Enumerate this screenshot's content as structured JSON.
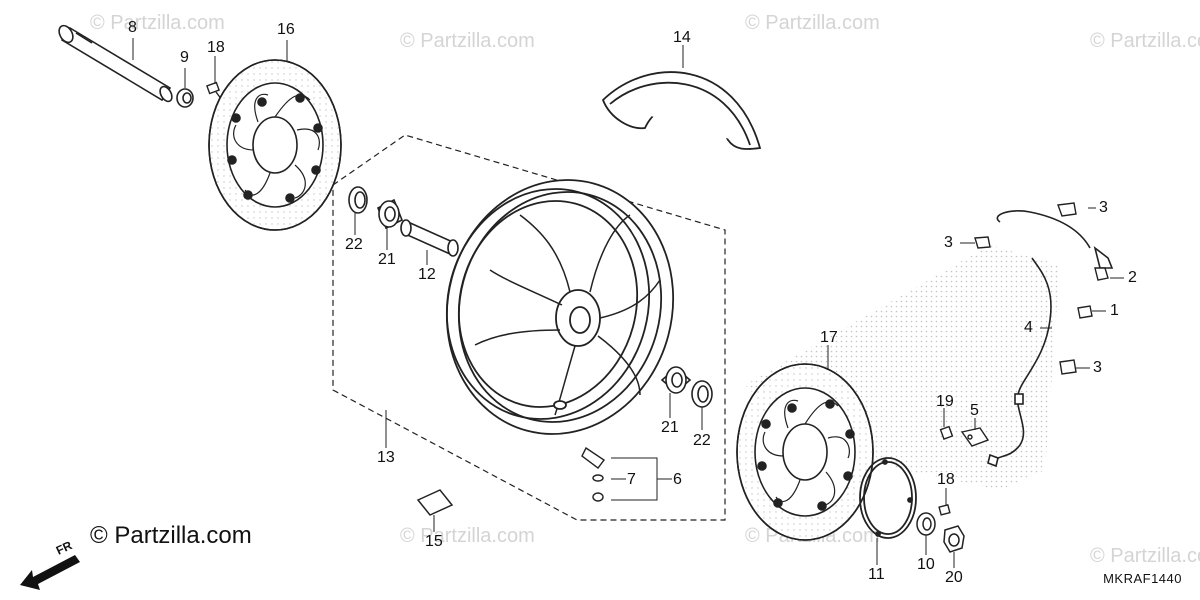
{
  "watermark_text": "© Partzilla.com",
  "brand_text": "© Partzilla.com",
  "direction_label": "FR",
  "diagram_code": "MKRAF1440",
  "callouts": {
    "c1": "1",
    "c2": "2",
    "c3a": "3",
    "c3b": "3",
    "c3c": "3",
    "c4": "4",
    "c5": "5",
    "c6": "6",
    "c7": "7",
    "c8": "8",
    "c9": "9",
    "c10": "10",
    "c11": "11",
    "c12": "12",
    "c13": "13",
    "c14": "14",
    "c15": "15",
    "c16": "16",
    "c17": "17",
    "c18a": "18",
    "c18b": "18",
    "c19": "19",
    "c20": "20",
    "c21a": "21",
    "c21b": "21",
    "c22a": "22",
    "c22b": "22"
  },
  "colors": {
    "line": "#222222",
    "watermark": "#d4d4d4",
    "stipple": "#c8c8c8"
  }
}
